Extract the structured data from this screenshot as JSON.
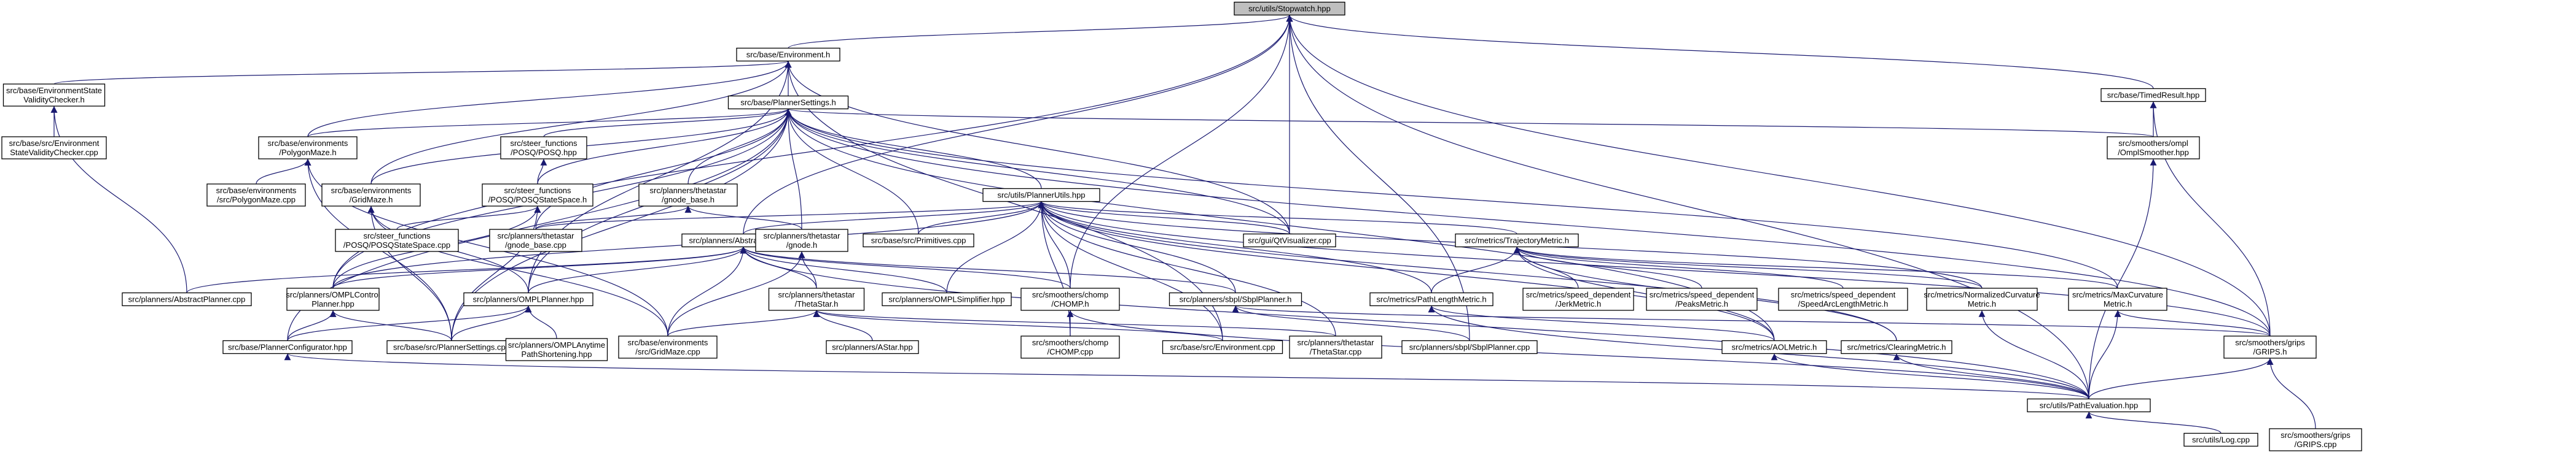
{
  "graph": {
    "title": "",
    "edge_color": "#191970",
    "node_fill": "#ffffff",
    "root_fill": "#bfbfbf",
    "nodes": [
      {
        "id": "stopwatch",
        "lines": [
          "src/utils/Stopwatch.hpp"
        ],
        "root": true
      },
      {
        "id": "environment_h",
        "lines": [
          "src/base/Environment.h"
        ]
      },
      {
        "id": "envstate_h",
        "lines": [
          "src/base/EnvironmentState",
          "ValidityChecker.h"
        ]
      },
      {
        "id": "plannersettings_h",
        "lines": [
          "src/base/PlannerSettings.h"
        ]
      },
      {
        "id": "timedresult",
        "lines": [
          "src/base/TimedResult.hpp"
        ]
      },
      {
        "id": "envstate_cpp",
        "lines": [
          "src/base/src/Environment",
          "StateValidityChecker.cpp"
        ]
      },
      {
        "id": "polygonmaze_h",
        "lines": [
          "src/base/environments",
          "/PolygonMaze.h"
        ]
      },
      {
        "id": "posq_hpp",
        "lines": [
          "src/steer_functions",
          "/POSQ/POSQ.hpp"
        ]
      },
      {
        "id": "omplsmoother_hpp",
        "lines": [
          "src/smoothers/ompl",
          "/OmplSmoother.hpp"
        ]
      },
      {
        "id": "polygonmaze_cpp",
        "lines": [
          "src/base/environments",
          "/src/PolygonMaze.cpp"
        ]
      },
      {
        "id": "gridmaze_h",
        "lines": [
          "src/base/environments",
          "/GridMaze.h"
        ]
      },
      {
        "id": "posqstatespace_h",
        "lines": [
          "src/steer_functions",
          "/POSQ/POSQStateSpace.h"
        ]
      },
      {
        "id": "thetastar_gnode_base_h",
        "lines": [
          "src/planners/thetastar",
          "/gnode_base.h"
        ]
      },
      {
        "id": "plannerutils_hpp",
        "lines": [
          "src/utils/PlannerUtils.hpp"
        ]
      },
      {
        "id": "posqstatespace_cpp",
        "lines": [
          "src/steer_functions",
          "/POSQ/POSQStateSpace.cpp"
        ]
      },
      {
        "id": "gnode_base_cpp",
        "lines": [
          "src/planners/thetastar",
          "/gnode_base.cpp"
        ]
      },
      {
        "id": "abstractplanner_h",
        "lines": [
          "src/planners/AbstractPlanner.h"
        ]
      },
      {
        "id": "gnode_h",
        "lines": [
          "src/planners/thetastar",
          "/gnode.h"
        ]
      },
      {
        "id": "primitives_cpp",
        "lines": [
          "src/base/src/Primitives.cpp"
        ]
      },
      {
        "id": "qtvisualizer_cpp",
        "lines": [
          "src/gui/QtVisualizer.cpp"
        ]
      },
      {
        "id": "trajectorymetric_h",
        "lines": [
          "src/metrics/TrajectoryMetric.h"
        ]
      },
      {
        "id": "abstractplanner_cpp",
        "lines": [
          "src/planners/AbstractPlanner.cpp"
        ]
      },
      {
        "id": "omplcontrol_hpp",
        "lines": [
          "src/planners/OMPLControl",
          "Planner.hpp"
        ]
      },
      {
        "id": "omplplanner_hpp",
        "lines": [
          "src/planners/OMPLPlanner.hpp"
        ]
      },
      {
        "id": "thetastar_h",
        "lines": [
          "src/planners/thetastar",
          "/ThetaStar.h"
        ]
      },
      {
        "id": "omplsimplifier_hpp",
        "lines": [
          "src/planners/OMPLSimplifier.hpp"
        ]
      },
      {
        "id": "chomp_h",
        "lines": [
          "src/smoothers/chomp",
          "/CHOMP.h"
        ]
      },
      {
        "id": "sbplplanner_h",
        "lines": [
          "src/planners/sbpl/SbplPlanner.h"
        ]
      },
      {
        "id": "pathlengthmetric_h",
        "lines": [
          "src/metrics/PathLengthMetric.h"
        ]
      },
      {
        "id": "jerkmetric_h",
        "lines": [
          "src/metrics/speed_dependent",
          "/JerkMetric.h"
        ]
      },
      {
        "id": "peaksmetric_h",
        "lines": [
          "src/metrics/speed_dependent",
          "/PeaksMetric.h"
        ]
      },
      {
        "id": "speedarclength_h",
        "lines": [
          "src/metrics/speed_dependent",
          "/SpeedArcLengthMetric.h"
        ]
      },
      {
        "id": "normcurv_h",
        "lines": [
          "src/metrics/NormalizedCurvature",
          "Metric.h"
        ]
      },
      {
        "id": "maxcurv_h",
        "lines": [
          "src/metrics/MaxCurvature",
          "Metric.h"
        ]
      },
      {
        "id": "plannerconfigurator_hpp",
        "lines": [
          "src/base/PlannerConfigurator.hpp"
        ]
      },
      {
        "id": "plannersettings_cpp",
        "lines": [
          "src/base/src/PlannerSettings.cpp"
        ]
      },
      {
        "id": "omplanytime_hpp",
        "lines": [
          "src/planners/OMPLAnytime",
          "PathShortening.hpp"
        ]
      },
      {
        "id": "gridmaze_cpp",
        "lines": [
          "src/base/environments",
          "/src/GridMaze.cpp"
        ]
      },
      {
        "id": "astar_hpp",
        "lines": [
          "src/planners/AStar.hpp"
        ]
      },
      {
        "id": "chomp_cpp",
        "lines": [
          "src/smoothers/chomp",
          "/CHOMP.cpp"
        ]
      },
      {
        "id": "environment_cpp",
        "lines": [
          "src/base/src/Environment.cpp"
        ]
      },
      {
        "id": "thetastar_cpp",
        "lines": [
          "src/planners/thetastar",
          "/ThetaStar.cpp"
        ]
      },
      {
        "id": "sbplplanner_cpp",
        "lines": [
          "src/planners/sbpl/SbplPlanner.cpp"
        ]
      },
      {
        "id": "aolmetric_h",
        "lines": [
          "src/metrics/AOLMetric.h"
        ]
      },
      {
        "id": "clearingmetric_h",
        "lines": [
          "src/metrics/ClearingMetric.h"
        ]
      },
      {
        "id": "grips_h",
        "lines": [
          "src/smoothers/grips",
          "/GRIPS.h"
        ]
      },
      {
        "id": "pathevaluation_hpp",
        "lines": [
          "src/utils/PathEvaluation.hpp"
        ]
      },
      {
        "id": "log_cpp",
        "lines": [
          "src/utils/Log.cpp"
        ]
      },
      {
        "id": "grips_cpp",
        "lines": [
          "src/smoothers/grips",
          "/GRIPS.cpp"
        ]
      }
    ],
    "edges": [
      [
        "environment_h",
        "stopwatch"
      ],
      [
        "timedresult",
        "stopwatch"
      ],
      [
        "omplcontrol_hpp",
        "stopwatch"
      ],
      [
        "abstractplanner_h",
        "stopwatch"
      ],
      [
        "qtvisualizer_cpp",
        "stopwatch"
      ],
      [
        "chomp_h",
        "stopwatch"
      ],
      [
        "sbplplanner_cpp",
        "stopwatch"
      ],
      [
        "grips_h",
        "stopwatch"
      ],
      [
        "pathevaluation_hpp",
        "stopwatch"
      ],
      [
        "envstate_h",
        "environment_h"
      ],
      [
        "plannersettings_h",
        "environment_h"
      ],
      [
        "polygonmaze_h",
        "environment_h"
      ],
      [
        "gridmaze_h",
        "environment_h"
      ],
      [
        "qtvisualizer_cpp",
        "environment_h"
      ],
      [
        "environment_cpp",
        "environment_h"
      ],
      [
        "omplplanner_hpp",
        "environment_h"
      ],
      [
        "abstractplanner_cpp",
        "envstate_h"
      ],
      [
        "envstate_cpp",
        "envstate_h"
      ],
      [
        "polygonmaze_h",
        "plannersettings_h"
      ],
      [
        "posq_hpp",
        "plannersettings_h"
      ],
      [
        "gridmaze_h",
        "plannersettings_h"
      ],
      [
        "posqstatespace_h",
        "plannersettings_h"
      ],
      [
        "thetastar_gnode_base_h",
        "plannersettings_h"
      ],
      [
        "plannerutils_hpp",
        "plannersettings_h"
      ],
      [
        "gnode_h",
        "plannersettings_h"
      ],
      [
        "primitives_cpp",
        "plannersettings_h"
      ],
      [
        "qtvisualizer_cpp",
        "plannersettings_h"
      ],
      [
        "omplsmoother_hpp",
        "plannersettings_h"
      ],
      [
        "maxcurv_h",
        "plannersettings_h"
      ],
      [
        "grips_h",
        "plannersettings_h"
      ],
      [
        "aolmetric_h",
        "plannersettings_h"
      ],
      [
        "plannerconfigurator_hpp",
        "plannersettings_h"
      ],
      [
        "plannersettings_cpp",
        "plannersettings_h"
      ],
      [
        "omplcontrol_hpp",
        "plannersettings_h"
      ],
      [
        "omplplanner_hpp",
        "plannersettings_h"
      ],
      [
        "gnode_base_cpp",
        "plannersettings_h"
      ],
      [
        "omplsmoother_hpp",
        "timedresult"
      ],
      [
        "grips_h",
        "timedresult"
      ],
      [
        "polygonmaze_cpp",
        "polygonmaze_h"
      ],
      [
        "plannersettings_cpp",
        "polygonmaze_h"
      ],
      [
        "gridmaze_cpp",
        "polygonmaze_h"
      ],
      [
        "posqstatespace_h",
        "posq_hpp"
      ],
      [
        "pathevaluation_hpp",
        "omplsmoother_hpp"
      ],
      [
        "gridmaze_cpp",
        "gridmaze_h"
      ],
      [
        "plannersettings_cpp",
        "gridmaze_h"
      ],
      [
        "omplplanner_hpp",
        "gridmaze_h"
      ],
      [
        "posqstatespace_cpp",
        "posqstatespace_h"
      ],
      [
        "plannersettings_cpp",
        "posqstatespace_h"
      ],
      [
        "omplcontrol_hpp",
        "posqstatespace_h"
      ],
      [
        "gnode_base_cpp",
        "thetastar_gnode_base_h"
      ],
      [
        "gnode_h",
        "thetastar_gnode_base_h"
      ],
      [
        "gnode_base_cpp",
        "plannerutils_hpp"
      ],
      [
        "abstractplanner_h",
        "plannerutils_hpp"
      ],
      [
        "primitives_cpp",
        "plannerutils_hpp"
      ],
      [
        "qtvisualizer_cpp",
        "plannerutils_hpp"
      ],
      [
        "trajectorymetric_h",
        "plannerutils_hpp"
      ],
      [
        "omplcontrol_hpp",
        "plannerutils_hpp"
      ],
      [
        "omplsimplifier_hpp",
        "plannerutils_hpp"
      ],
      [
        "chomp_h",
        "plannerutils_hpp"
      ],
      [
        "sbplplanner_h",
        "plannerutils_hpp"
      ],
      [
        "thetastar_cpp",
        "plannerutils_hpp"
      ],
      [
        "environment_cpp",
        "plannerutils_hpp"
      ],
      [
        "chomp_cpp",
        "plannerutils_hpp"
      ],
      [
        "aolmetric_h",
        "plannerutils_hpp"
      ],
      [
        "clearingmetric_h",
        "plannerutils_hpp"
      ],
      [
        "grips_h",
        "plannerutils_hpp"
      ],
      [
        "normcurv_h",
        "plannerutils_hpp"
      ],
      [
        "pathlengthmetric_h",
        "plannerutils_hpp"
      ],
      [
        "abstractplanner_cpp",
        "abstractplanner_h"
      ],
      [
        "omplcontrol_hpp",
        "abstractplanner_h"
      ],
      [
        "omplplanner_hpp",
        "abstractplanner_h"
      ],
      [
        "thetastar_h",
        "abstractplanner_h"
      ],
      [
        "omplsimplifier_hpp",
        "abstractplanner_h"
      ],
      [
        "sbplplanner_h",
        "abstractplanner_h"
      ],
      [
        "chomp_h",
        "abstractplanner_h"
      ],
      [
        "gridmaze_cpp",
        "abstractplanner_h"
      ],
      [
        "pathevaluation_hpp",
        "abstractplanner_h"
      ],
      [
        "thetastar_h",
        "gnode_h"
      ],
      [
        "gridmaze_cpp",
        "gnode_h"
      ],
      [
        "pathlengthmetric_h",
        "trajectorymetric_h"
      ],
      [
        "jerkmetric_h",
        "trajectorymetric_h"
      ],
      [
        "peaksmetric_h",
        "trajectorymetric_h"
      ],
      [
        "speedarclength_h",
        "trajectorymetric_h"
      ],
      [
        "normcurv_h",
        "trajectorymetric_h"
      ],
      [
        "maxcurv_h",
        "trajectorymetric_h"
      ],
      [
        "aolmetric_h",
        "trajectorymetric_h"
      ],
      [
        "clearingmetric_h",
        "trajectorymetric_h"
      ],
      [
        "plannerconfigurator_hpp",
        "omplcontrol_hpp"
      ],
      [
        "plannersettings_cpp",
        "omplcontrol_hpp"
      ],
      [
        "plannerconfigurator_hpp",
        "omplplanner_hpp"
      ],
      [
        "plannersettings_cpp",
        "omplplanner_hpp"
      ],
      [
        "omplanytime_hpp",
        "omplplanner_hpp"
      ],
      [
        "astar_hpp",
        "thetastar_h"
      ],
      [
        "thetastar_cpp",
        "thetastar_h"
      ],
      [
        "gridmaze_cpp",
        "thetastar_h"
      ],
      [
        "environment_cpp",
        "thetastar_h"
      ],
      [
        "chomp_cpp",
        "chomp_h"
      ],
      [
        "pathevaluation_hpp",
        "chomp_h"
      ],
      [
        "sbplplanner_cpp",
        "sbplplanner_h"
      ],
      [
        "grips_h",
        "sbplplanner_h"
      ],
      [
        "aolmetric_h",
        "pathlengthmetric_h"
      ],
      [
        "pathevaluation_hpp",
        "pathlengthmetric_h"
      ],
      [
        "pathevaluation_hpp",
        "normcurv_h"
      ],
      [
        "pathevaluation_hpp",
        "maxcurv_h"
      ],
      [
        "grips_h",
        "maxcurv_h"
      ],
      [
        "pathevaluation_hpp",
        "plannerconfigurator_hpp"
      ],
      [
        "pathevaluation_hpp",
        "aolmetric_h"
      ],
      [
        "pathevaluation_hpp",
        "clearingmetric_h"
      ],
      [
        "pathevaluation_hpp",
        "grips_h"
      ],
      [
        "log_cpp",
        "pathevaluation_hpp"
      ],
      [
        "grips_cpp",
        "grips_h"
      ]
    ]
  }
}
